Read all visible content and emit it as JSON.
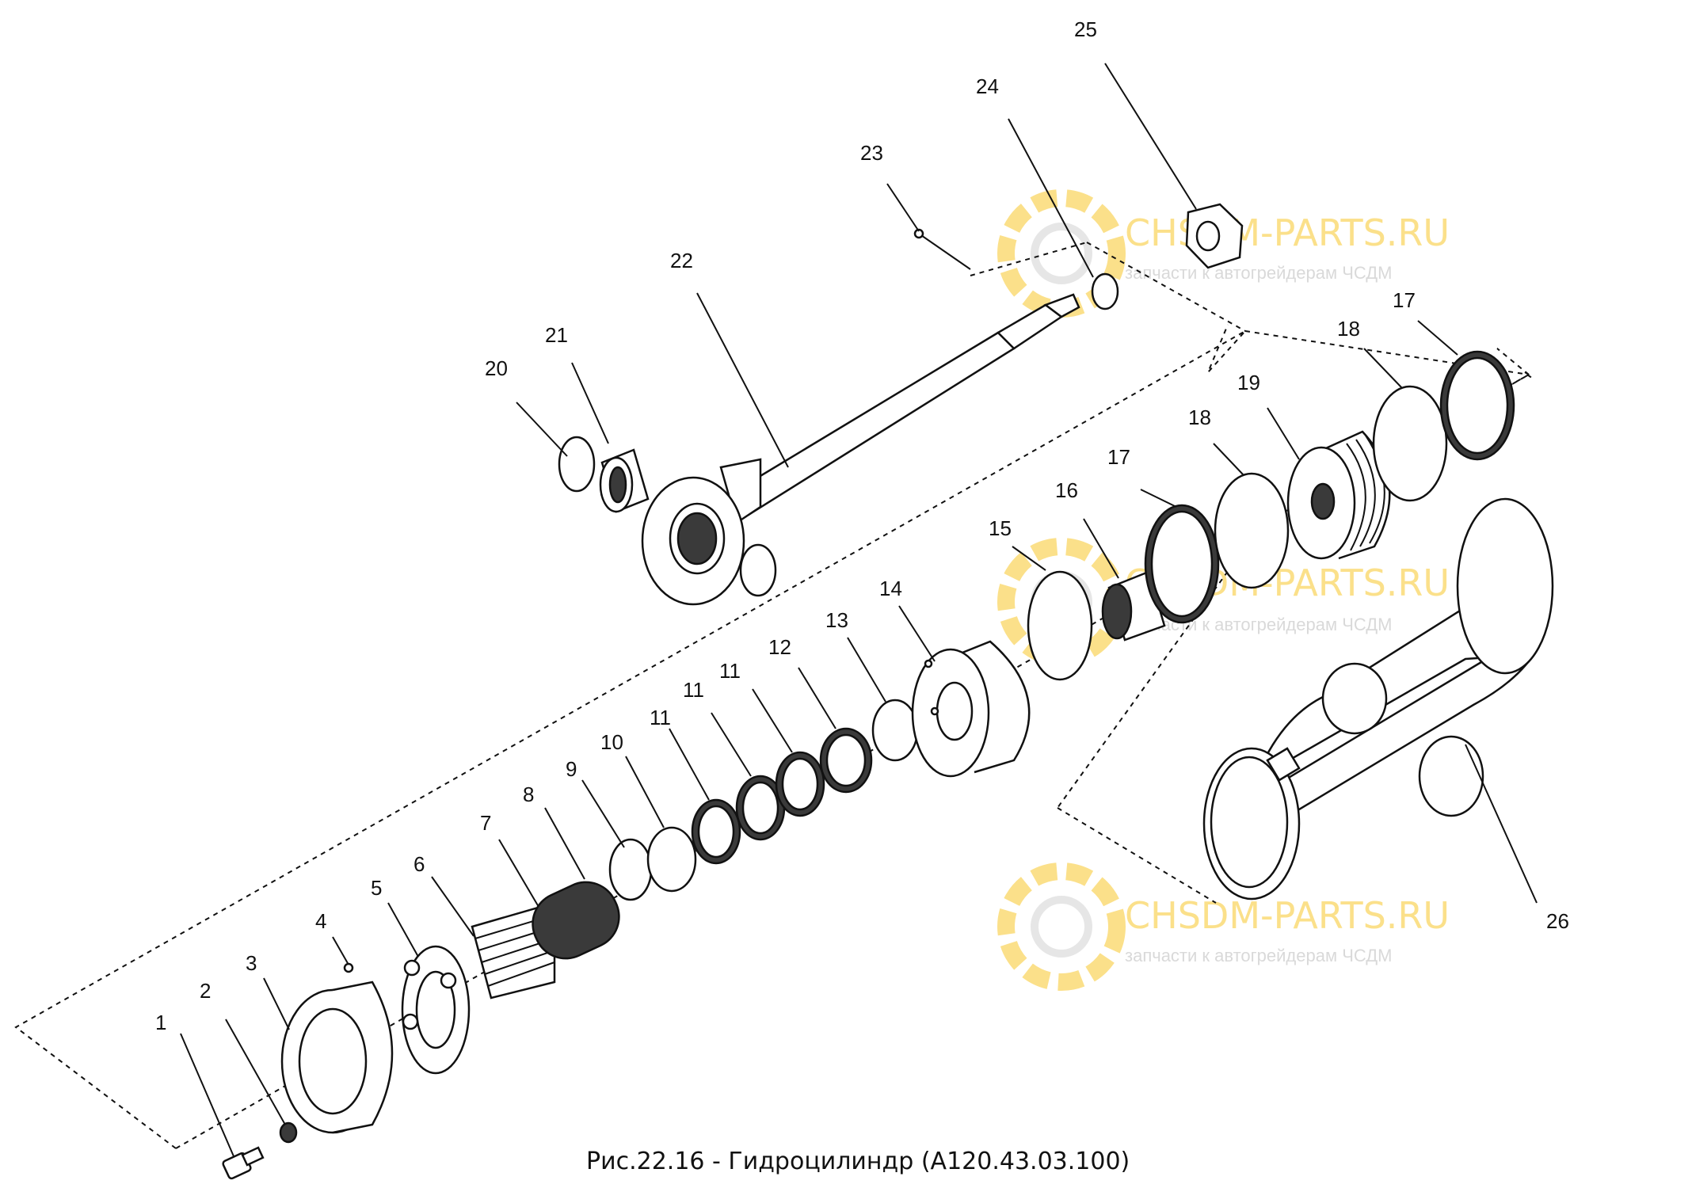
{
  "figure": {
    "caption": "Рис.22.16 - Гидроцилиндр (А120.43.03.100)"
  },
  "watermark": {
    "title": "CHSDM-PARTS.RU",
    "subtitle": "запчасти к автогрейдерам ЧСДМ",
    "accent_color": "#f5c518"
  },
  "callouts": [
    {
      "id": "c1",
      "text": "1"
    },
    {
      "id": "c2",
      "text": "2"
    },
    {
      "id": "c3",
      "text": "3"
    },
    {
      "id": "c4",
      "text": "4"
    },
    {
      "id": "c5",
      "text": "5"
    },
    {
      "id": "c6",
      "text": "6"
    },
    {
      "id": "c7",
      "text": "7"
    },
    {
      "id": "c8",
      "text": "8"
    },
    {
      "id": "c9",
      "text": "9"
    },
    {
      "id": "c10",
      "text": "10"
    },
    {
      "id": "c11a",
      "text": "11"
    },
    {
      "id": "c11b",
      "text": "11"
    },
    {
      "id": "c11c",
      "text": "11"
    },
    {
      "id": "c12",
      "text": "12"
    },
    {
      "id": "c13",
      "text": "13"
    },
    {
      "id": "c14",
      "text": "14"
    },
    {
      "id": "c15",
      "text": "15"
    },
    {
      "id": "c16",
      "text": "16"
    },
    {
      "id": "c17a",
      "text": "17"
    },
    {
      "id": "c18a",
      "text": "18"
    },
    {
      "id": "c19",
      "text": "19"
    },
    {
      "id": "c18b",
      "text": "18"
    },
    {
      "id": "c17b",
      "text": "17"
    },
    {
      "id": "c20",
      "text": "20"
    },
    {
      "id": "c21",
      "text": "21"
    },
    {
      "id": "c22",
      "text": "22"
    },
    {
      "id": "c23",
      "text": "23"
    },
    {
      "id": "c24",
      "text": "24"
    },
    {
      "id": "c25",
      "text": "25"
    },
    {
      "id": "c26",
      "text": "26"
    }
  ]
}
